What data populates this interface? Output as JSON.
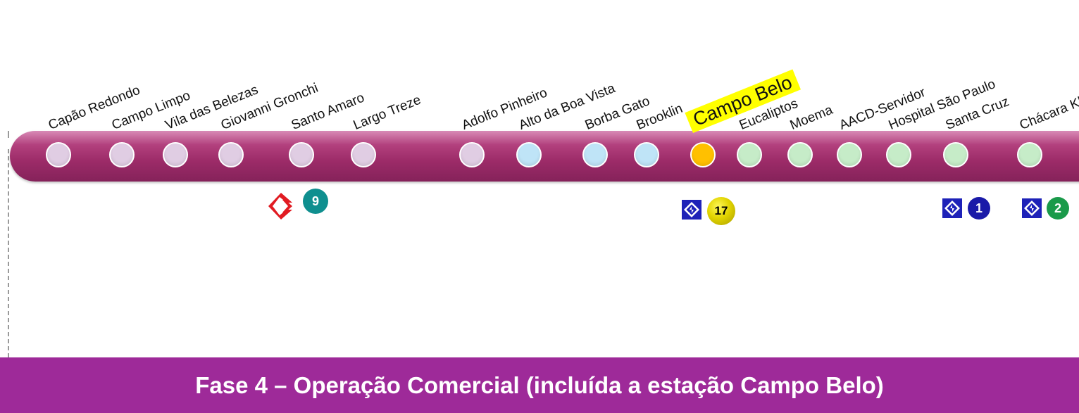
{
  "stations": [
    {
      "name": "Capão Redondo",
      "color": "#e0cde3"
    },
    {
      "name": "Campo Limpo",
      "color": "#e0cde3"
    },
    {
      "name": "Vila das Belezas",
      "color": "#e0cde3"
    },
    {
      "name": "Giovanni Gronchi",
      "color": "#e0cde3"
    },
    {
      "name": "Santo Amaro",
      "color": "#e0cde3"
    },
    {
      "name": "Largo Treze",
      "color": "#e0cde3"
    },
    {
      "name": "Adolfo Pinheiro",
      "color": "#e0cde3"
    },
    {
      "name": "Alto da Boa Vista",
      "color": "#bfe4f7"
    },
    {
      "name": "Borba Gato",
      "color": "#bfe4f7"
    },
    {
      "name": "Brooklin",
      "color": "#bfe4f7"
    },
    {
      "name": "Campo Belo",
      "color": "#ffc000",
      "highlight": true
    },
    {
      "name": "Eucaliptos",
      "color": "#c6ecc8"
    },
    {
      "name": "Moema",
      "color": "#c6ecc8"
    },
    {
      "name": "AACD-Servidor",
      "color": "#c6ecc8"
    },
    {
      "name": "Hospital São Paulo",
      "color": "#c6ecc8"
    },
    {
      "name": "Santa Cruz",
      "color": "#c6ecc8"
    },
    {
      "name": "Chácara Klabin",
      "color": "#c6ecc8"
    }
  ],
  "connections": {
    "cptm": {
      "line": "9",
      "icon": "cptm-logo-icon",
      "color": "#0f8f8f",
      "logo_color": "#e11b22"
    },
    "campo_belo": {
      "line": "17",
      "icon": "metro-logo-icon",
      "color": "#d4c600"
    },
    "santa_cruz": {
      "line": "1",
      "icon": "metro-logo-icon",
      "color": "#1a1aa8"
    },
    "chacara_klabin": {
      "line": "2",
      "icon": "metro-logo-icon",
      "color": "#1a9a4a"
    }
  },
  "footer": {
    "text": "Fase 4 – Operação Comercial (incluída a estação Campo Belo)"
  },
  "colors": {
    "line_bar": "#9c2b68",
    "footer_bg": "#9e2a99",
    "highlight": "#ffff00"
  }
}
